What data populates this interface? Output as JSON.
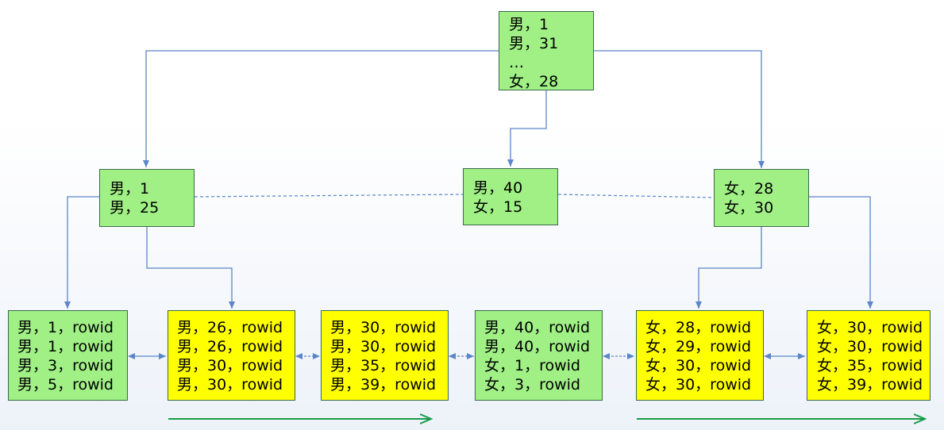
{
  "colors": {
    "green_node": "#a0f086",
    "yellow_node": "#ffff00",
    "node_border": "#3a6a4a",
    "connector": "#5b86c8",
    "scan_arrow": "#1a9c4a"
  },
  "root": {
    "lines": [
      "男，1",
      "男，31",
      "…",
      "女，28"
    ]
  },
  "branches": [
    {
      "lines": [
        "男，1",
        "男，25"
      ]
    },
    {
      "lines": [
        "男，40",
        "女，15"
      ]
    },
    {
      "lines": [
        "女，28",
        "女，30"
      ]
    }
  ],
  "leaves": [
    {
      "color": "green",
      "lines": [
        "男，1，rowid",
        "男，1，rowid",
        "男，3，rowid",
        "男，5，rowid"
      ]
    },
    {
      "color": "yellow",
      "lines": [
        "男，26，rowid",
        "男，26，rowid",
        "男，30，rowid",
        "男，30，rowid"
      ]
    },
    {
      "color": "yellow",
      "lines": [
        "男，30，rowid",
        "男，30，rowid",
        "男，35，rowid",
        "男，39，rowid"
      ]
    },
    {
      "color": "green",
      "lines": [
        "男，40，rowid",
        "男，40，rowid",
        "女，1，rowid",
        "女，3，rowid"
      ]
    },
    {
      "color": "yellow",
      "lines": [
        "女，28，rowid",
        "女，29，rowid",
        "女，30，rowid",
        "女，30，rowid"
      ]
    },
    {
      "color": "yellow",
      "lines": [
        "女，30，rowid",
        "女，30，rowid",
        "女，35，rowid",
        "女，39，rowid"
      ]
    }
  ],
  "leaf_links": [
    "solid",
    "dashed",
    "dashed",
    "dashed",
    "solid"
  ]
}
